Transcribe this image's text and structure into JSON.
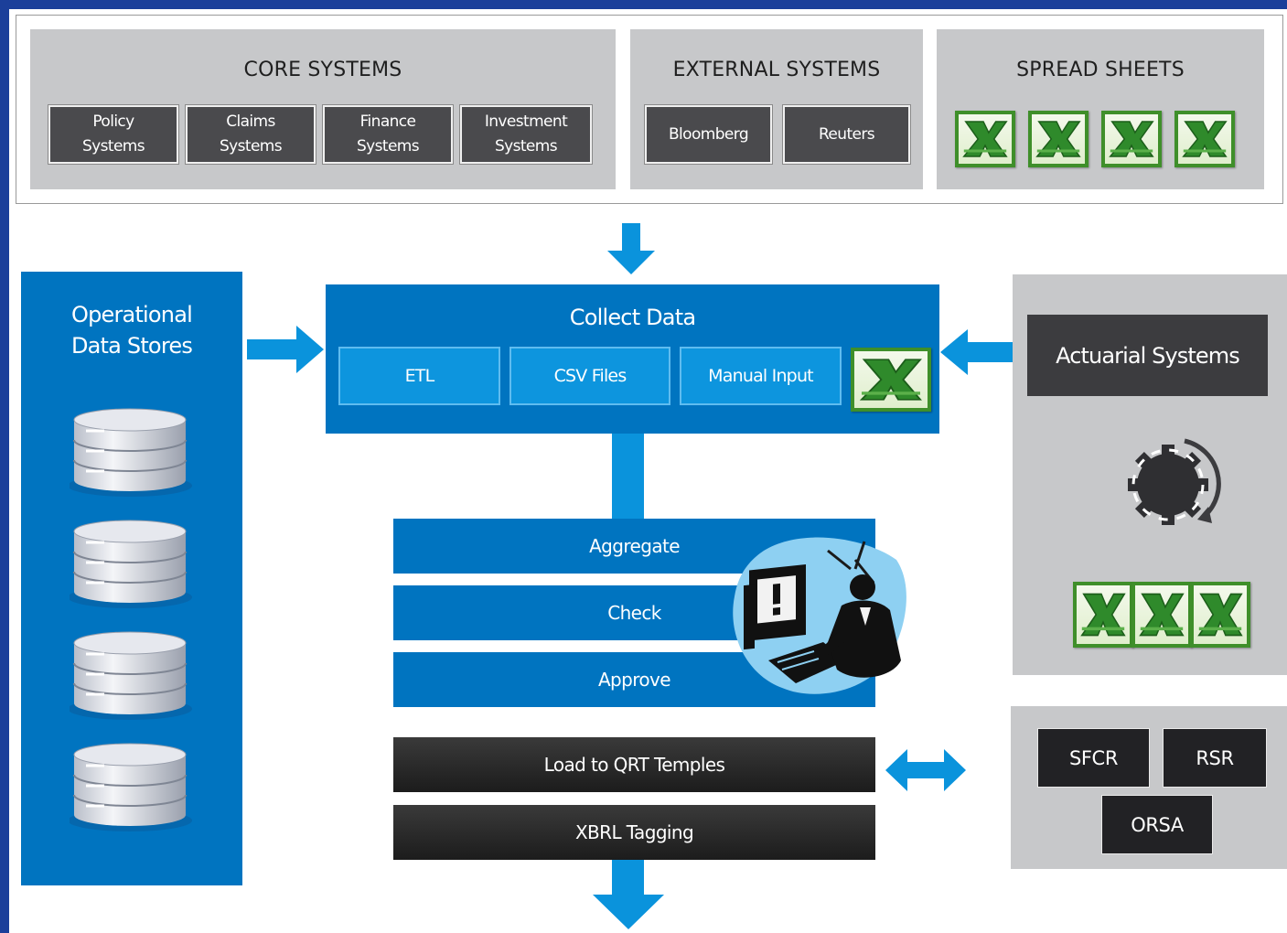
{
  "core_systems": {
    "title": "CORE SYSTEMS",
    "items": [
      {
        "label": "Policy\nSystems"
      },
      {
        "label": "Claims\nSystems"
      },
      {
        "label": "Finance\nSystems"
      },
      {
        "label": "Investment\nSystems"
      }
    ]
  },
  "external_systems": {
    "title": "EXTERNAL SYSTEMS",
    "items": [
      {
        "label": "Bloomberg"
      },
      {
        "label": "Reuters"
      }
    ]
  },
  "spread_sheets": {
    "title": "SPREAD SHEETS",
    "icon": "excel-icon",
    "count": 4
  },
  "operational_data_stores": {
    "title": "Operational\nData Stores",
    "icon": "database-icon",
    "count": 4
  },
  "collect_data": {
    "title": "Collect Data",
    "items": [
      {
        "label": "ETL"
      },
      {
        "label": "CSV Files"
      },
      {
        "label": "Manual Input"
      }
    ]
  },
  "process_steps": [
    {
      "label": "Aggregate"
    },
    {
      "label": "Check"
    },
    {
      "label": "Approve"
    }
  ],
  "output_steps": [
    {
      "label": "Load to QRT Temples"
    },
    {
      "label": "XBRL Tagging"
    }
  ],
  "actuarial": {
    "title": "Actuarial Systems",
    "icon": "gear-icon"
  },
  "reports": {
    "items": [
      {
        "label": "SFCR"
      },
      {
        "label": "RSR"
      },
      {
        "label": "ORSA"
      }
    ]
  },
  "colors": {
    "blue": "#0074c0",
    "light_blue": "#0d95de",
    "arrow": "#0a93dc",
    "grey_panel": "#c7c8ca",
    "dark_box": "#4a4a4d",
    "frame": "#1b3f9a"
  }
}
